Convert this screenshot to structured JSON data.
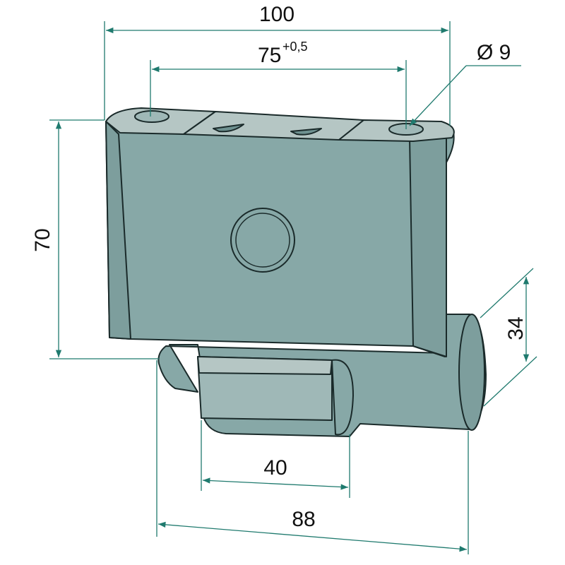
{
  "drawing": {
    "colors": {
      "body": "#87a8a7",
      "top": "#b5c6c4",
      "dark": "#6e9190",
      "dimension": "#1f7a6e"
    },
    "dimensions": {
      "overall_width": "100",
      "hole_spacing": "75",
      "hole_spacing_tolerance": "+0,5",
      "hole_diameter": "Ø 9",
      "height": "70",
      "cylinder_diameter": "34",
      "groove_width": "40",
      "base_length": "88"
    }
  }
}
